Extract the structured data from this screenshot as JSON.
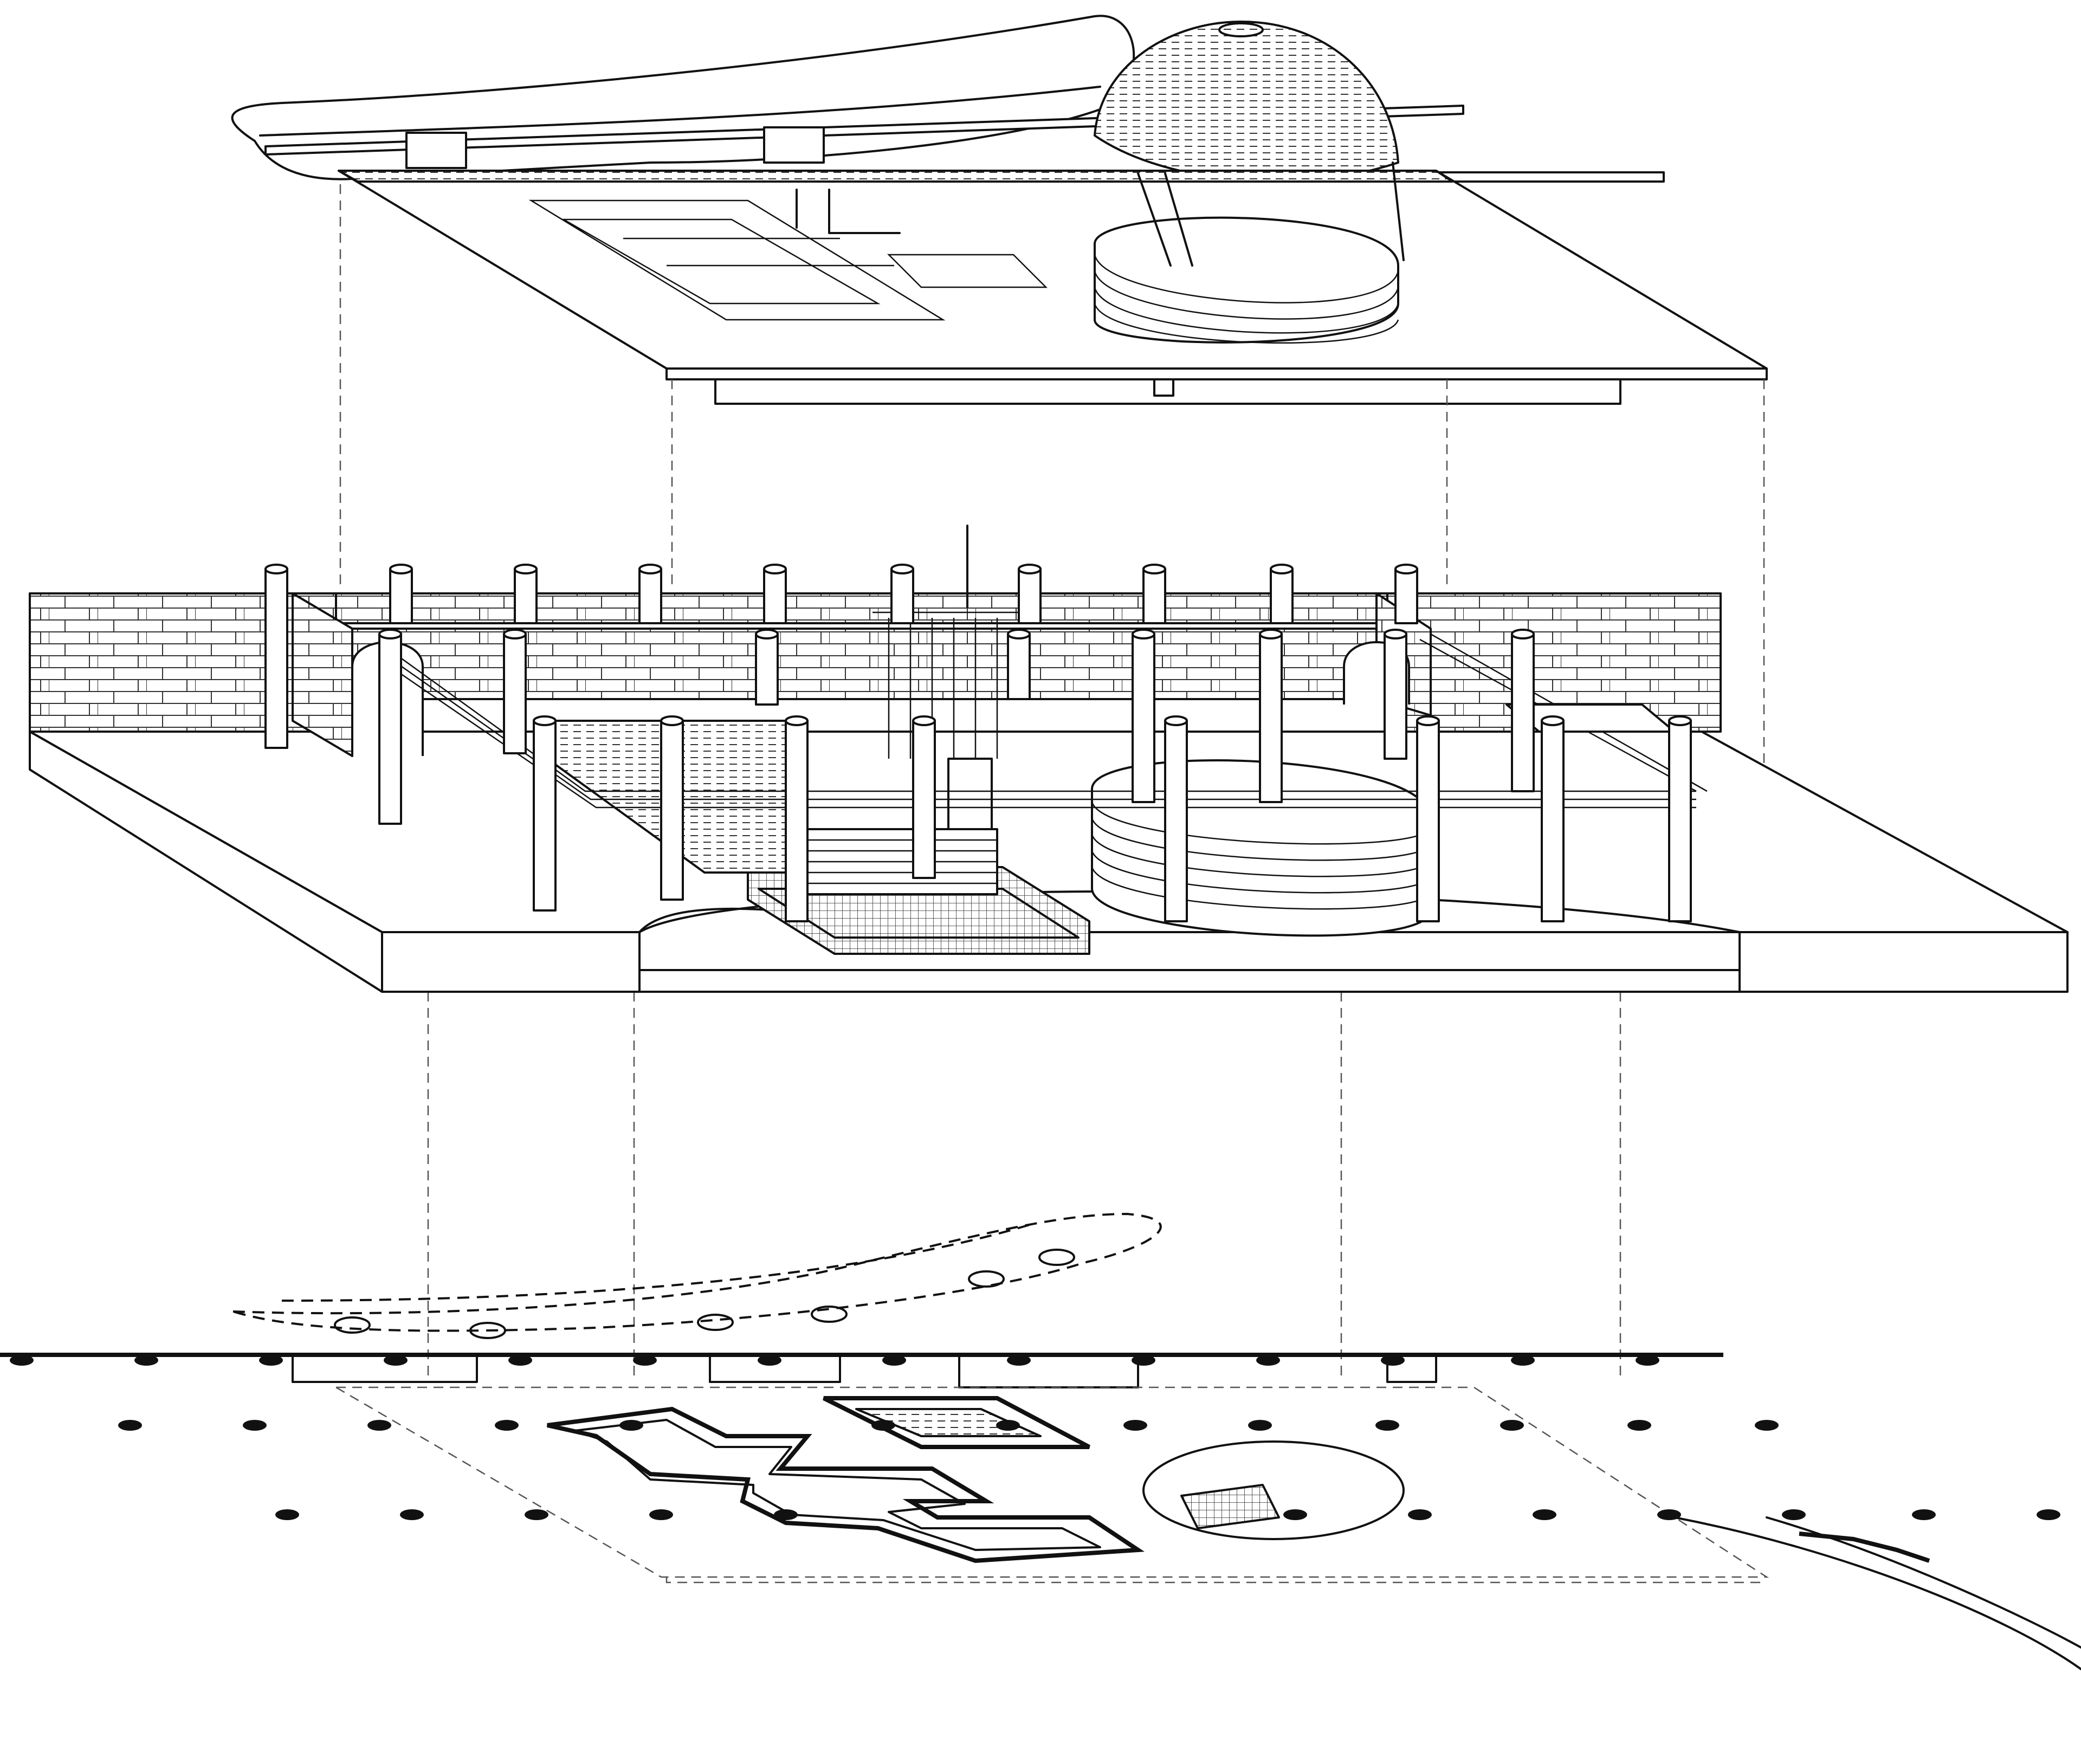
{
  "drawing": {
    "style": "exploded-axonometric",
    "line_color": "#111111",
    "background": "#ffffff",
    "layers": [
      "roof",
      "structure",
      "ground-plan"
    ]
  }
}
